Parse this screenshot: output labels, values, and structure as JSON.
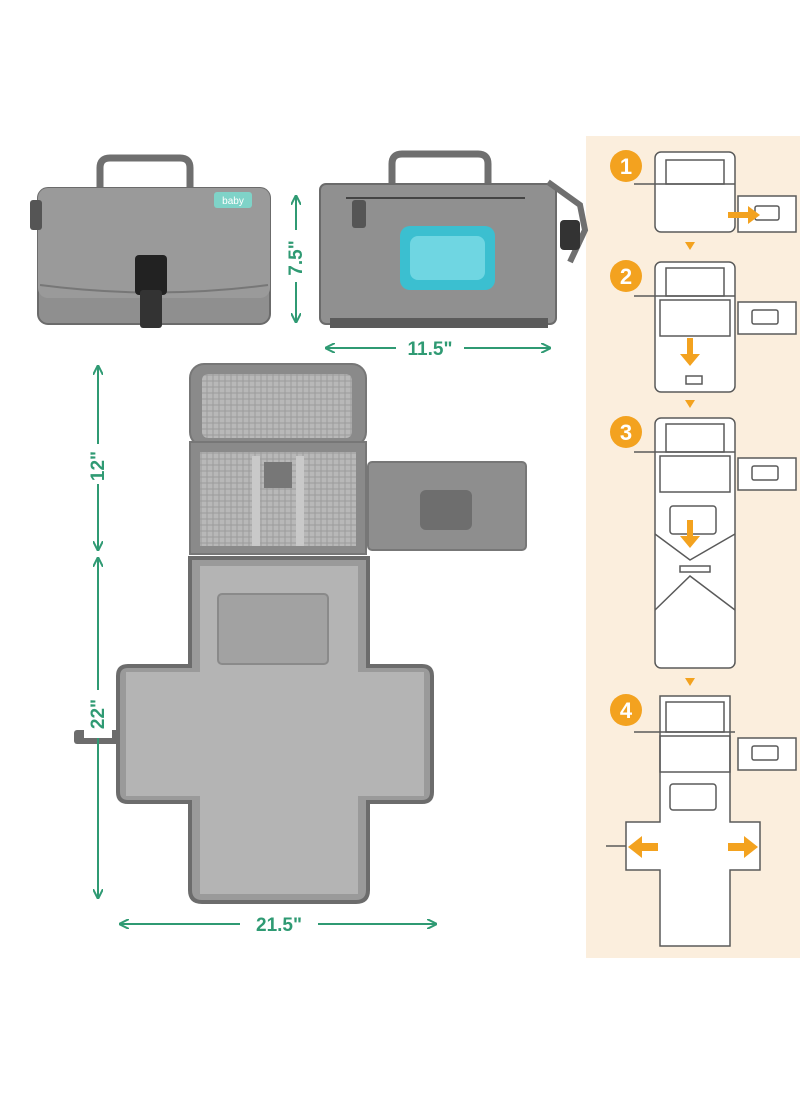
{
  "product": {
    "brand_tag": "baby",
    "dimensions": {
      "folded_height": "7.5\"",
      "folded_width": "11.5\"",
      "open_top_height": "12\"",
      "open_bottom_height": "22\"",
      "open_width": "21.5\""
    }
  },
  "instructions": {
    "steps": [
      {
        "number": "1",
        "action": "pull out wipes pocket"
      },
      {
        "number": "2",
        "action": "unfold down"
      },
      {
        "number": "3",
        "action": "unfold down"
      },
      {
        "number": "4",
        "action": "open side flaps"
      }
    ]
  },
  "colors": {
    "dimension_green": "#2f9a73",
    "step_orange": "#f3a21f",
    "panel_beige": "#fbeedd",
    "fabric_gray": "#8e8e8e",
    "wipes_teal": "#3bbfd0"
  }
}
